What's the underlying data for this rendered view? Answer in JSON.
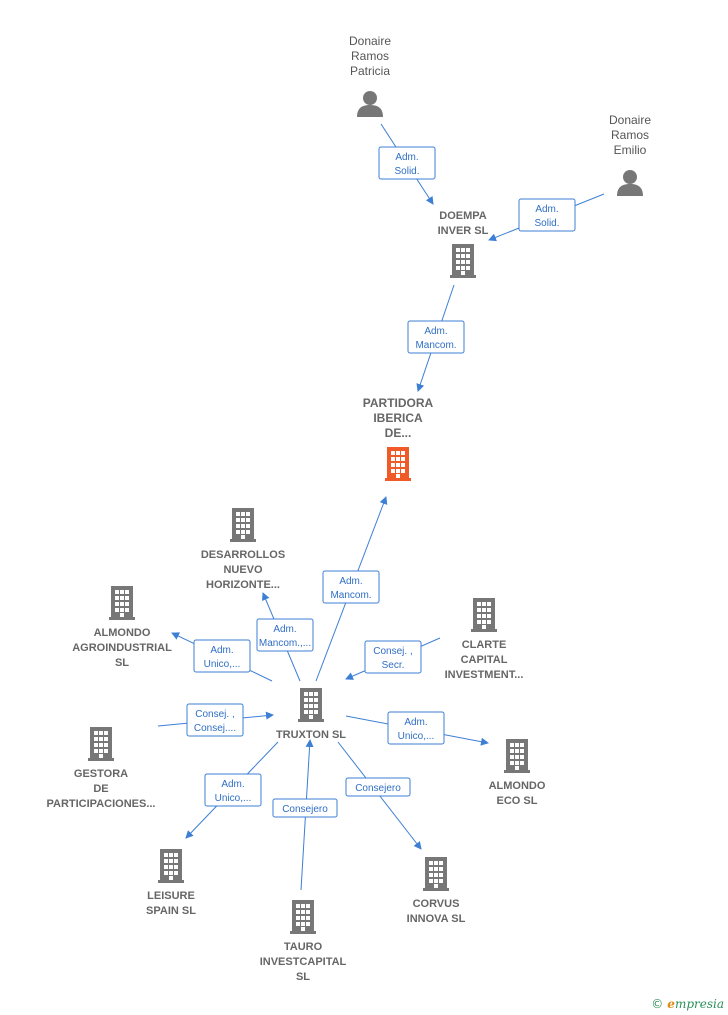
{
  "colors": {
    "edge": "#3d7fd4",
    "company": "#777777",
    "focus_company": "#f05a28",
    "person": "#777777"
  },
  "nodes": [
    {
      "id": "donaire_patricia",
      "kind": "person",
      "lines": [
        "Donaire",
        "Ramos",
        "Patricia"
      ]
    },
    {
      "id": "donaire_emilio",
      "kind": "person",
      "lines": [
        "Donaire",
        "Ramos",
        "Emilio"
      ]
    },
    {
      "id": "doempa",
      "kind": "company",
      "lines": [
        "DOEMPA",
        "INVER SL"
      ]
    },
    {
      "id": "partidora",
      "kind": "focus",
      "lines": [
        "PARTIDORA",
        "IBERICA",
        "DE..."
      ]
    },
    {
      "id": "desarrollos",
      "kind": "company",
      "lines": [
        "DESARROLLOS",
        "NUEVO",
        "HORIZONTE..."
      ]
    },
    {
      "id": "almondo_agro",
      "kind": "company",
      "lines": [
        "ALMONDO",
        "AGROINDUSTRIAL",
        "SL"
      ]
    },
    {
      "id": "clarte",
      "kind": "company",
      "lines": [
        "CLARTE",
        "CAPITAL",
        "INVESTMENT..."
      ]
    },
    {
      "id": "truxton",
      "kind": "company",
      "lines": [
        "TRUXTON SL"
      ]
    },
    {
      "id": "gestora",
      "kind": "company",
      "lines": [
        "GESTORA",
        "DE",
        "PARTICIPACIONES..."
      ]
    },
    {
      "id": "almondo_eco",
      "kind": "company",
      "lines": [
        "ALMONDO",
        "ECO SL"
      ]
    },
    {
      "id": "leisure",
      "kind": "company",
      "lines": [
        "LEISURE",
        "SPAIN SL"
      ]
    },
    {
      "id": "corvus",
      "kind": "company",
      "lines": [
        "CORVUS",
        "INNOVA SL"
      ]
    },
    {
      "id": "tauro",
      "kind": "company",
      "lines": [
        "TAURO",
        "INVESTCAPITAL",
        "SL"
      ]
    }
  ],
  "edges": [
    {
      "from": "donaire_patricia",
      "to": "doempa",
      "label": [
        "Adm.",
        "Solid."
      ]
    },
    {
      "from": "donaire_emilio",
      "to": "doempa",
      "label": [
        "Adm.",
        "Solid."
      ]
    },
    {
      "from": "doempa",
      "to": "partidora",
      "label": [
        "Adm.",
        "Mancom."
      ]
    },
    {
      "from": "truxton",
      "to": "partidora",
      "label": [
        "Adm.",
        "Mancom."
      ]
    },
    {
      "from": "truxton",
      "to": "desarrollos",
      "label": [
        "Adm.",
        "Mancom.,..."
      ]
    },
    {
      "from": "truxton",
      "to": "almondo_agro",
      "label": [
        "Adm.",
        "Unico,..."
      ]
    },
    {
      "from": "clarte",
      "to": "truxton",
      "label": [
        "Consej. ,",
        "Secr."
      ]
    },
    {
      "from": "gestora",
      "to": "truxton",
      "label": [
        "Consej. ,",
        "Consej...."
      ]
    },
    {
      "from": "truxton",
      "to": "almondo_eco",
      "label": [
        "Adm.",
        "Unico,..."
      ]
    },
    {
      "from": "truxton",
      "to": "leisure",
      "label": [
        "Adm.",
        "Unico,..."
      ]
    },
    {
      "from": "tauro",
      "to": "truxton",
      "label": [
        "Consejero"
      ]
    },
    {
      "from": "truxton",
      "to": "corvus",
      "label": [
        "Consejero"
      ]
    }
  ],
  "brand": {
    "copyright": "©",
    "initial": "e",
    "rest": "mpresia"
  }
}
